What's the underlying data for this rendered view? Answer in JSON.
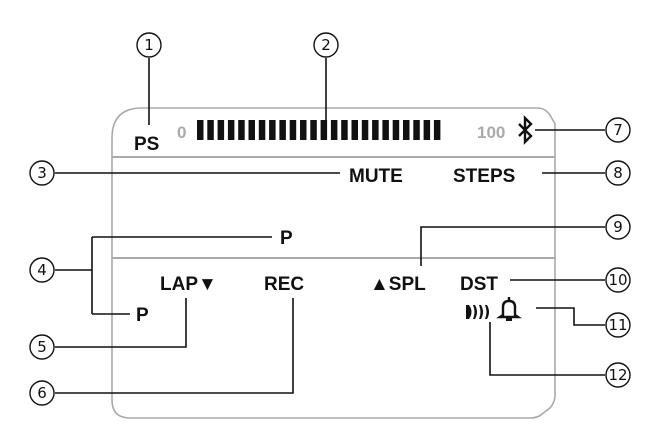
{
  "display": {
    "ps": "PS",
    "bar_min": "0",
    "bar_max": "100",
    "bar_level_percent": 100,
    "bar_segments": 24,
    "bluetooth_icon": "bluetooth-icon",
    "mute": "MUTE",
    "steps": "STEPS",
    "p_upper": "P",
    "p_lower": "P",
    "lap": "LAP▼",
    "rec": "REC",
    "spl": "▲SPL",
    "dst": "DST",
    "signal_icon": "vibration-signal-icon",
    "bell_icon": "bell-icon"
  },
  "callouts": [
    "①",
    "②",
    "③",
    "④",
    "⑤",
    "⑥",
    "⑦",
    "⑧",
    "⑨",
    "⑩",
    "⑪",
    "⑫"
  ]
}
